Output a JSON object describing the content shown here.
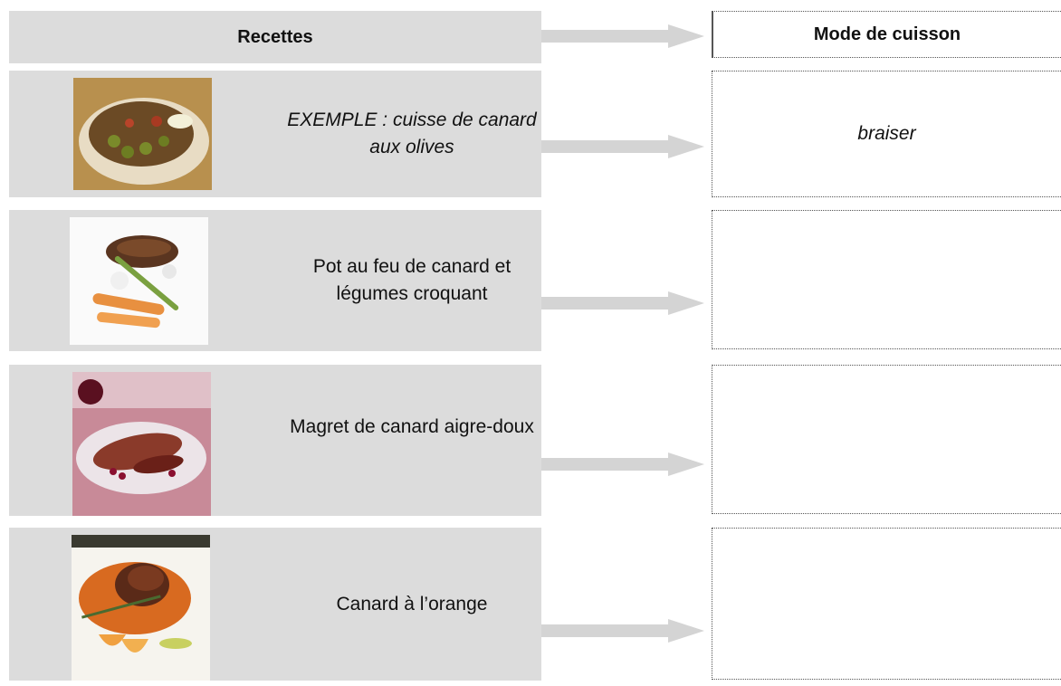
{
  "header": {
    "recipes_label": "Recettes",
    "cooking_mode_label": "Mode de cuisson"
  },
  "rows": [
    {
      "recipe": "EXEMPLE : cuisse de canard aux olives",
      "answer": "braiser",
      "photo_icon": "duck-olives-dish"
    },
    {
      "recipe": "Pot au feu de canard et légumes croquant",
      "answer": "",
      "photo_icon": "duck-pot-au-feu-dish"
    },
    {
      "recipe": "Magret de canard aigre-doux",
      "answer": "",
      "photo_icon": "duck-magret-dish"
    },
    {
      "recipe": "Canard à l’orange",
      "answer": "",
      "photo_icon": "duck-orange-dish"
    }
  ],
  "colors": {
    "box_fill": "#dcdcdc",
    "arrow_fill": "#d4d4d4",
    "border": "#555555"
  }
}
